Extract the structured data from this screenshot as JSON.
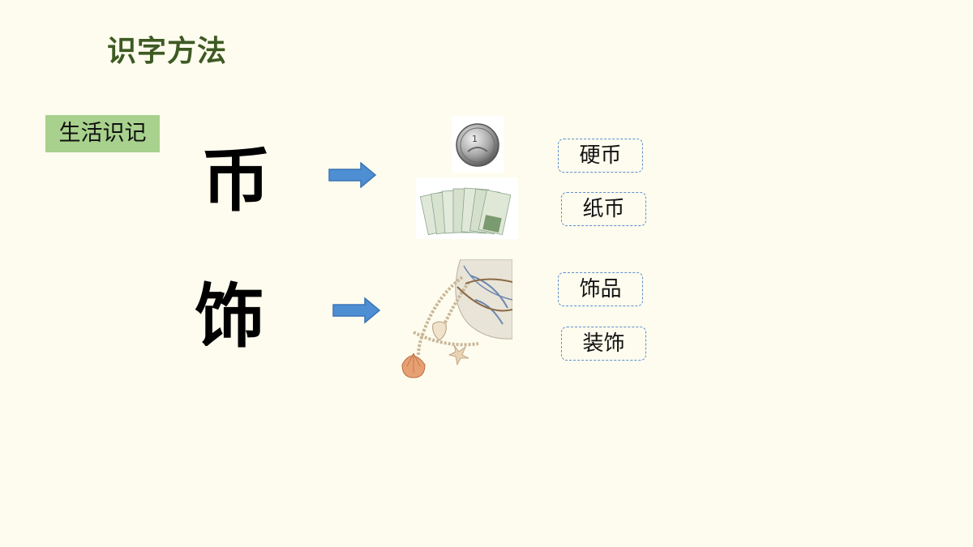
{
  "title": "识字方法",
  "tag": "生活识记",
  "rows": [
    {
      "char": "币",
      "words": [
        "硬币",
        "纸币"
      ]
    },
    {
      "char": "饰",
      "words": [
        "饰品",
        "装饰"
      ]
    }
  ],
  "coin_numeral": "1",
  "colors": {
    "background": "#fefcee",
    "title": "#3d5a23",
    "tag_bg": "#a7d18c",
    "arrow": "#4e8fd4",
    "dashed_border": "#5b8fd0"
  },
  "icons": [
    "right-arrow-icon",
    "coin-image",
    "banknotes-image",
    "shell-necklace-image"
  ]
}
